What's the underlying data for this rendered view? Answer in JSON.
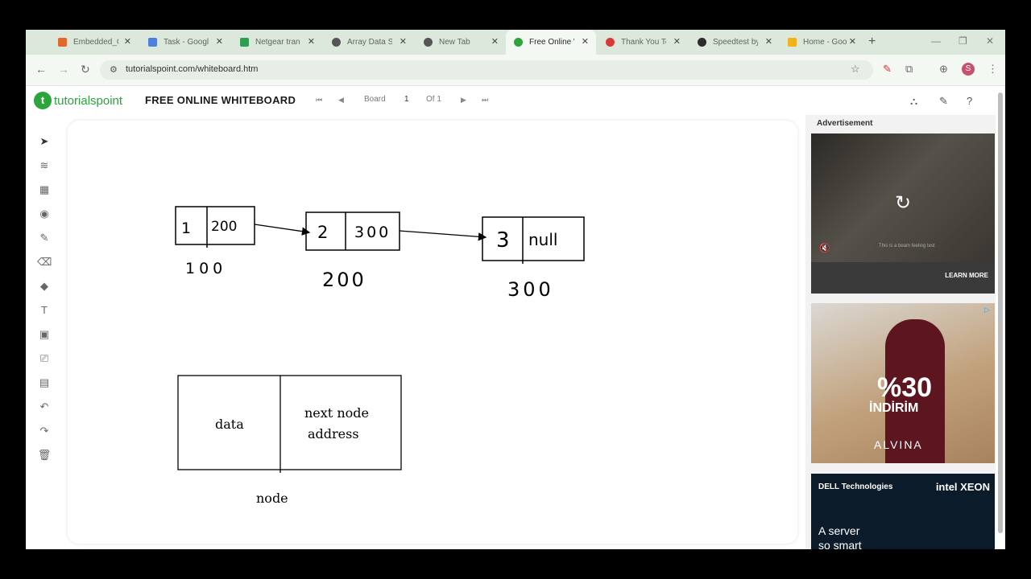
{
  "tabs": [
    {
      "title": "Embedded_C",
      "favicon_color": "#e0692b"
    },
    {
      "title": "Task - Google",
      "favicon_color": "#4e7fdc"
    },
    {
      "title": "Netgear tran",
      "favicon_color": "#2f9e55"
    },
    {
      "title": "Array Data S",
      "favicon_color": "#555555"
    },
    {
      "title": "New Tab",
      "favicon_color": "#555555"
    },
    {
      "title": "Free Online W",
      "favicon_color": "#2ba53c",
      "active": true
    },
    {
      "title": "Thank You To",
      "favicon_color": "#d93a35"
    },
    {
      "title": "Speedtest by",
      "favicon_color": "#2c2c2c"
    },
    {
      "title": "Home - Goo",
      "favicon_color": "#f2b21b"
    }
  ],
  "address": {
    "url": "tutorialspoint.com/whiteboard.htm"
  },
  "profile": {
    "initial": "S"
  },
  "app": {
    "logo_text": "tutorialspoint",
    "title": "FREE ONLINE WHITEBOARD",
    "board_label": "Board",
    "board_current": "1",
    "board_total": "Of 1"
  },
  "whiteboard": {
    "nodes": [
      {
        "data": "1",
        "next": "200",
        "address": "100"
      },
      {
        "data": "2",
        "next": "300",
        "address": "200"
      },
      {
        "data": "3",
        "next": "null",
        "address": "300"
      }
    ],
    "legend": {
      "left": "data",
      "right_line1": "next node",
      "right_line2": "address",
      "caption": "node"
    }
  },
  "ads": {
    "label": "Advertisement",
    "video_caption": "This is a beam feeling test",
    "learn_more": "LEARN MORE",
    "promo_pct": "%30",
    "promo_word": "İNDİRİM",
    "promo_brand": "ALVINA",
    "dell": "DELL Technologies",
    "intel": "intel XEON",
    "tagline1": "A server",
    "tagline2": "so smart"
  }
}
